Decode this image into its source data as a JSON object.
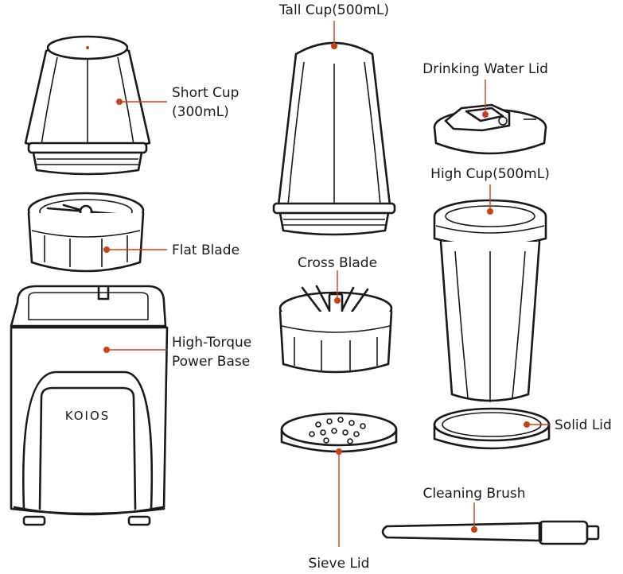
{
  "labels": {
    "tall_cup": "Tall Cup(500mL)",
    "short_cup_line1": "Short Cup",
    "short_cup_line2": "(300mL)",
    "drinking_lid": "Drinking Water Lid",
    "high_cup": "High Cup(500mL)",
    "flat_blade": "Flat Blade",
    "cross_blade": "Cross Blade",
    "power_base_line1": "High-Torque",
    "power_base_line2": "Power Base",
    "solid_lid": "Solid Lid",
    "cleaning_brush": "Cleaning Brush",
    "sieve_lid": "Sieve Lid"
  },
  "brand": "KOIOS",
  "colors": {
    "outline": "#1a1a1a",
    "callout": "#c8401c",
    "background": "#ffffff"
  }
}
